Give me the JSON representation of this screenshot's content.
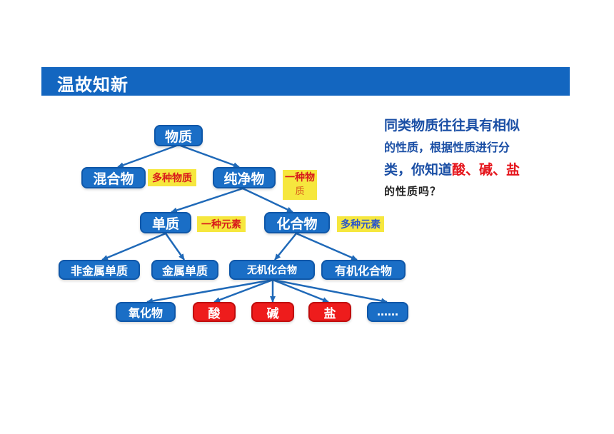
{
  "header": {
    "title": "温故知新"
  },
  "tree": {
    "root": "物质",
    "mixture": "混合物",
    "pure": "纯净物",
    "elemental": "单质",
    "compound": "化合物",
    "nonmetal": "非金属单质",
    "metal": "金属单质",
    "inorganic": "无机化合物",
    "organic": "有机化合物",
    "oxide": "氧化物",
    "acid": "酸",
    "base": "碱",
    "salt": "盐",
    "more": "……"
  },
  "tags": {
    "mixture_def": "多种物质",
    "pure_def_line1": "一种物",
    "pure_def_line2": "质",
    "elemental_def": "一种元素",
    "compound_def": "多种元素"
  },
  "side_text": {
    "line1": "同类物质往往具有相似",
    "line2": "的性质，根据性质进行分",
    "line3_a": "类，你知道",
    "line3_b": "酸、碱、盐",
    "line4": "的性质吗？"
  },
  "colors": {
    "banner": "#1366c0",
    "node": "#1a6ec6",
    "highlight_node": "#ee1c1c",
    "tag": "#f6e73e",
    "tag_text": "#d81b1b",
    "side_text": "#1b4fa5",
    "side_highlight": "#e5141b"
  }
}
